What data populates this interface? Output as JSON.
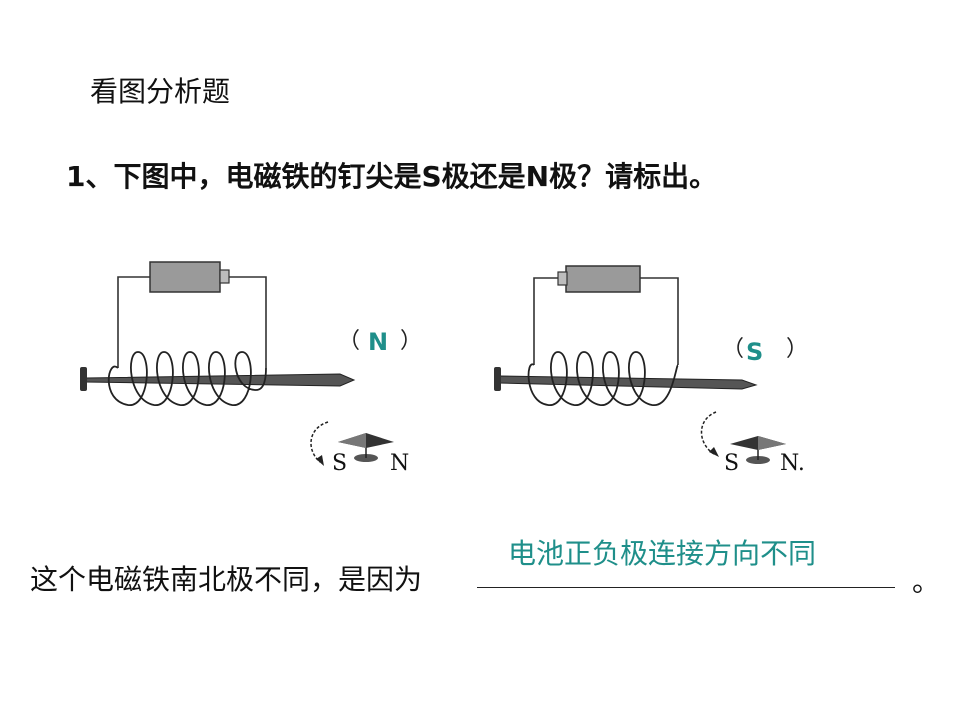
{
  "heading": "看图分析题",
  "question": "1、下图中，电磁铁的钉尖是S极还是N极？请标出。",
  "diagrams": [
    {
      "bracket_open": "（",
      "answer": "N",
      "bracket_close": "）",
      "compass_left": "S",
      "compass_right": "N"
    },
    {
      "bracket_open": "（",
      "answer": "S",
      "bracket_close": "）",
      "compass_left": "S",
      "compass_right": "N."
    }
  ],
  "answer_prompt": "这个电磁铁南北极不同，是因为",
  "answer_fill": "电池正负极连接方向不同",
  "answer_end": "。",
  "colors": {
    "answer": "#1f8f8a"
  }
}
